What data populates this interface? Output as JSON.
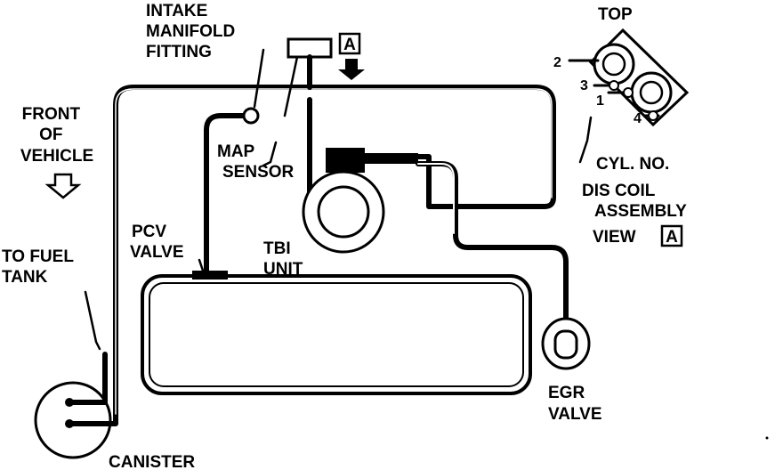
{
  "labels": {
    "intake_manifold_fitting": [
      "INTAKE",
      "MANIFOLD",
      "FITTING"
    ],
    "view_marker": "A",
    "front_of_vehicle": [
      "FRONT",
      "OF",
      "VEHICLE"
    ],
    "map_sensor": [
      "MAP",
      "SENSOR"
    ],
    "pcv_valve": [
      "PCV",
      "VALVE"
    ],
    "tbi_unit": [
      "TBI",
      "UNIT"
    ],
    "to_fuel_tank": [
      "TO FUEL",
      "TANK"
    ],
    "canister": "CANISTER",
    "egr_valve": [
      "EGR",
      "VALVE"
    ],
    "top": "TOP",
    "cylinder_numbers": [
      "2",
      "3",
      "1",
      "4"
    ],
    "cyl_no": "CYL. NO.",
    "dis_coil_assembly_view": [
      "DIS COIL",
      "ASSEMBLY",
      "VIEW"
    ],
    "view_marker_2": "A"
  }
}
